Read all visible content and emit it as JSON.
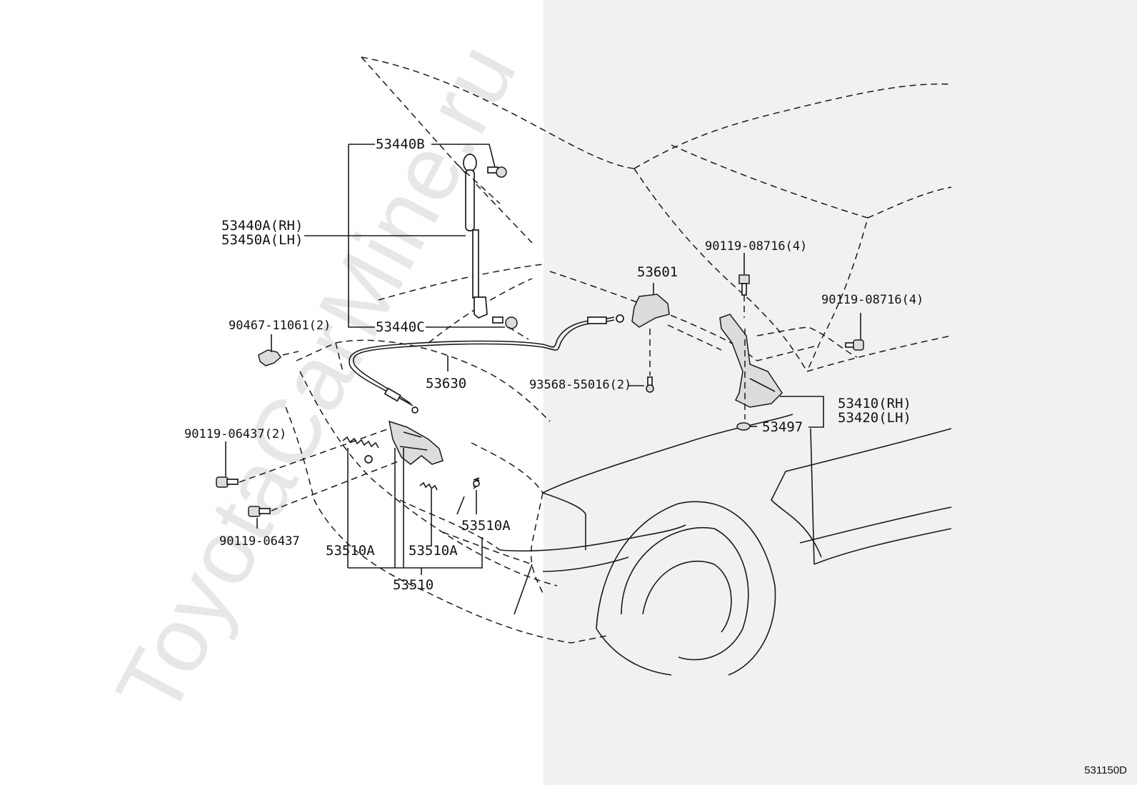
{
  "diagram_code": "531150D",
  "watermark": "ToyotaCarMine.ru",
  "labels": {
    "p53440B": "53440B",
    "p53440A": "53440A(RH)",
    "p53450A": "53450A(LH)",
    "p53440C": "53440C",
    "p90467": "90467-11061(2)",
    "p53630": "53630",
    "p53601": "53601",
    "p93568": "93568-55016(2)",
    "p90119a": "90119-08716(4)",
    "p90119b": "90119-08716(4)",
    "p53410": "53410(RH)",
    "p53420": "53420(LH)",
    "p53497": "53497",
    "p90119c": "90119-06437(2)",
    "p90119d": "90119-06437",
    "p53510A_1": "53510A",
    "p53510A_2": "53510A",
    "p53510A_3": "53510A",
    "p53510": "53510"
  }
}
